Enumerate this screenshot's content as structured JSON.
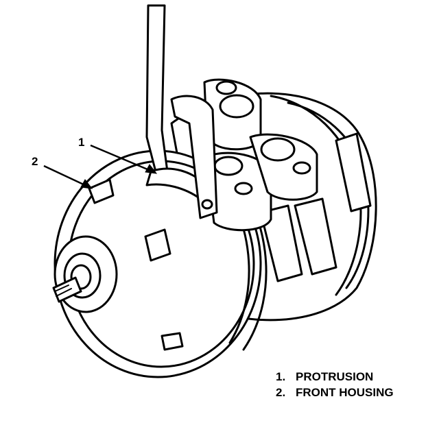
{
  "callouts": [
    {
      "number": "1"
    },
    {
      "number": "2"
    }
  ],
  "legend": [
    {
      "number": "1.",
      "label": "PROTRUSION"
    },
    {
      "number": "2.",
      "label": "FRONT HOUSING"
    }
  ]
}
